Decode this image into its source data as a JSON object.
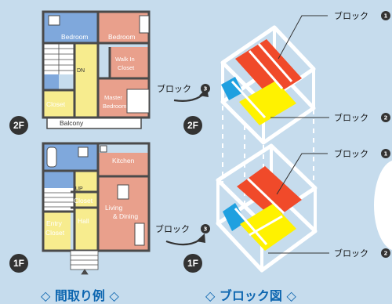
{
  "floorplan_2f": {
    "badge": "2F",
    "rooms": {
      "bedroom_left": "Bedroom",
      "bedroom_right": "Bedroom",
      "walk_in_closet_1": "Walk In",
      "walk_in_closet_2": "Closet",
      "master_bedroom_1": "Master",
      "master_bedroom_2": "Bedroom",
      "closet": "Closet",
      "balcony": "Balcony",
      "stair_dn": "DN"
    }
  },
  "floorplan_1f": {
    "badge": "1F",
    "rooms": {
      "kitchen": "Kitchen",
      "living_1": "Living",
      "living_2": "& Dining",
      "closet_upper": "Closet",
      "hall": "Hall",
      "entry": "Entry",
      "closet_lower": "Closet",
      "stair_up": "UP"
    }
  },
  "block_diagram": {
    "badge_2f": "2F",
    "badge_1f": "1F",
    "labels": {
      "block1_2f": "ブロック",
      "block2_2f": "ブロック",
      "block3_2f": "ブロック",
      "block1_1f": "ブロック",
      "block2_1f": "ブロック",
      "block3_1f": "ブロック"
    },
    "numbers": {
      "one": "1",
      "two": "2",
      "three": "3"
    }
  },
  "captions": {
    "left": "◇ 間取り例 ◇",
    "right": "◇ ブロック図 ◇"
  },
  "colors": {
    "background": "#c6dced",
    "room_pink": "#e9a08c",
    "room_yellow": "#f7ec8e",
    "room_blue": "#7fa8dc",
    "wall": "#4a4a4a",
    "block_red": "#f04a2a",
    "block_yellow": "#fff200",
    "block_blue": "#1fa0e0",
    "caption_blue": "#0d66b0"
  }
}
